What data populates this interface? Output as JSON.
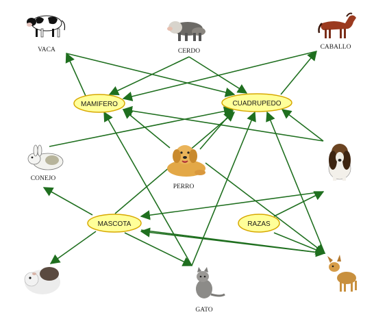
{
  "concepts": {
    "mamifero": "MAMIFERO",
    "cuadrupedo": "CUADRUPEDO",
    "mascota": "MASCOTA",
    "razas": "RAZAS"
  },
  "animals": {
    "vaca": "VACA",
    "cerdo": "CERDO",
    "caballo": "CABALLO",
    "conejo": "CONEJO",
    "perro": "PERRO",
    "gato": "GATO"
  },
  "colors": {
    "edge": "#1f6f1f",
    "concept_fill": "#ffff99",
    "concept_border": "#d7a800"
  },
  "icons": [
    "cow-icon",
    "pig-icon",
    "horse-icon",
    "rabbit-icon",
    "dog-icon",
    "basset-hound-icon",
    "guinea-pig-icon",
    "cat-icon",
    "chihuahua-icon"
  ]
}
